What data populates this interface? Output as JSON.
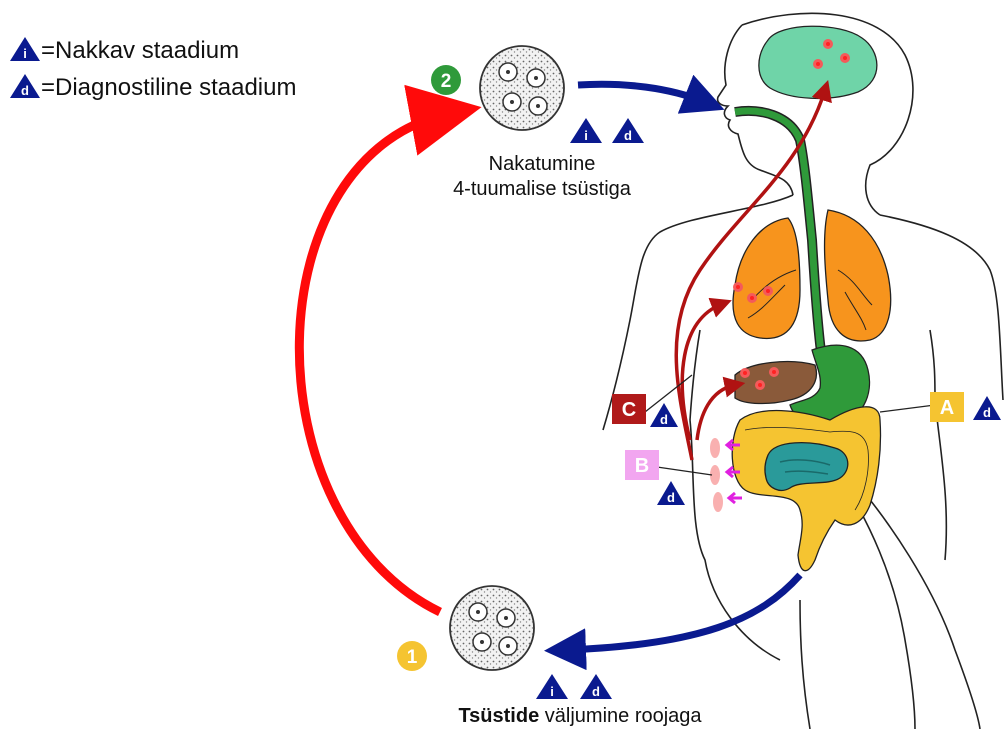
{
  "legend": {
    "infective": {
      "symbol": "i",
      "label": "=Nakkav staadium"
    },
    "diagnostic": {
      "symbol": "d",
      "label": "=Diagnostiline staadium"
    }
  },
  "stages": {
    "step1": {
      "number": "1",
      "color": "#f5c431"
    },
    "step2": {
      "number": "2",
      "color": "#2f9a3a"
    }
  },
  "captions": {
    "infection_line1": "Nakatumine",
    "infection_line2": "4-tuumalise tsüstiga",
    "excretion_bold": "Tsüstide",
    "excretion_rest": " väljumine roojaga"
  },
  "sites": {
    "A": {
      "label": "A",
      "color": "#f5c431"
    },
    "B": {
      "label": "B",
      "color": "#f2a6f0"
    },
    "C": {
      "label": "C",
      "color": "#b01a1a"
    }
  },
  "colors": {
    "cycle_red": "#ff0a0a",
    "path_dark_red": "#b01212",
    "flow_blue": "#0a1a8f",
    "triangle_blue": "#0a1a8f",
    "brain": "#6fd4a8",
    "lungs": "#f7941d",
    "liver": "#8a5a3a",
    "gut_green": "#2f9a3a",
    "colon": "#f5c431",
    "small_intestine": "#2a9a9a",
    "trophozoite_arrow": "#e020e0"
  }
}
